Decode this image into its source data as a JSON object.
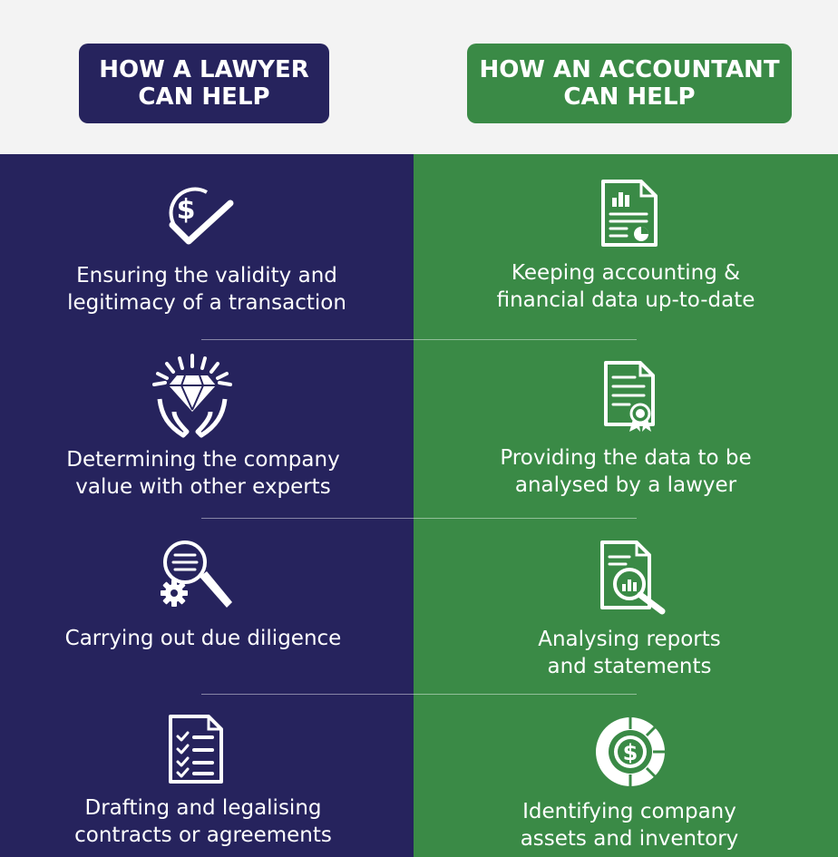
{
  "headers": {
    "lawyer": [
      "HOW A LAWYER",
      "CAN HELP"
    ],
    "accountant": [
      "HOW AN ACCOUNTANT",
      "CAN HELP"
    ]
  },
  "colors": {
    "lawyer_bg": "#26235d",
    "accountant_bg": "#3a8a46",
    "top_bg": "#f3f3f3",
    "text": "#ffffff"
  },
  "lawyer_items": [
    {
      "icon": "dollar-check-icon",
      "lines": [
        "Ensuring the validity and",
        "legitimacy of a transaction"
      ]
    },
    {
      "icon": "diamond-hands-icon",
      "lines": [
        "Determining the company",
        "value with other experts"
      ]
    },
    {
      "icon": "magnifier-gear-icon",
      "lines": [
        "Carrying out due diligence"
      ]
    },
    {
      "icon": "checklist-document-icon",
      "lines": [
        "Drafting and legalising",
        "contracts or agreements"
      ]
    }
  ],
  "accountant_items": [
    {
      "icon": "financial-report-icon",
      "lines": [
        "Keeping accounting &",
        "financial data up-to-date"
      ]
    },
    {
      "icon": "certificate-document-icon",
      "lines": [
        "Providing the data to be",
        "analysed by a lawyer"
      ]
    },
    {
      "icon": "report-magnifier-icon",
      "lines": [
        "Analysing reports",
        "and statements"
      ]
    },
    {
      "icon": "dollar-pie-chart-icon",
      "lines": [
        "Identifying company",
        "assets and inventory"
      ]
    }
  ]
}
